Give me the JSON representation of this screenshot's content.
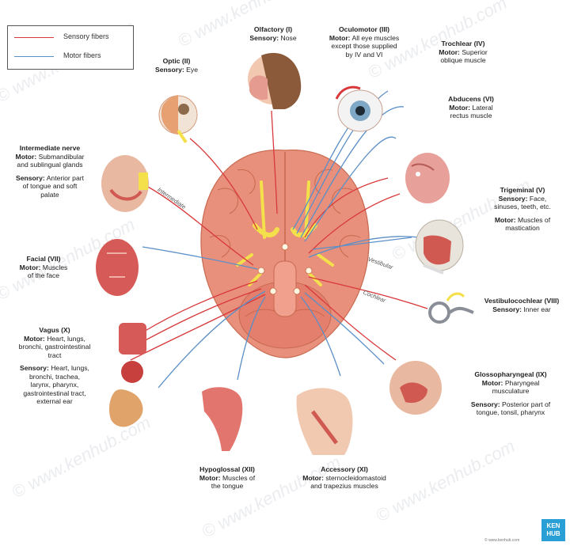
{
  "legend": {
    "sensory": "Sensory fibers",
    "motor": "Motor fibers"
  },
  "colors": {
    "sensory": "#d8383a",
    "motor": "#5b8fc7",
    "brain": "#e8907c",
    "nerve": "#f4e04a"
  },
  "nerves": {
    "olfactory": {
      "title": "Olfactory (I)",
      "k1": "Sensory:",
      "v1": "Nose"
    },
    "oculomotor": {
      "title": "Oculomotor (III)",
      "k1": "Motor:",
      "v1a": "All eye muscles",
      "v1b": "except those supplied",
      "v1c": "by IV and VI"
    },
    "trochlear": {
      "title": "Trochlear (IV)",
      "k1": "Motor:",
      "v1a": "Superior",
      "v1b": "oblique muscle"
    },
    "optic": {
      "title": "Optic (II)",
      "k1": "Sensory:",
      "v1": "Eye"
    },
    "abducens": {
      "title": "Abducens (VI)",
      "k1": "Motor:",
      "v1a": "Lateral",
      "v1b": "rectus muscle"
    },
    "intermediate": {
      "title": "Intermediate nerve",
      "k1": "Motor:",
      "v1a": "Submandibular",
      "v1b": "and sublingual glands",
      "k2": "Sensory:",
      "v2a": "Anterior part",
      "v2b": "of tongue and soft",
      "v2c": "palate"
    },
    "trigeminal": {
      "title": "Trigeminal (V)",
      "k1": "Sensory:",
      "v1a": "Face,",
      "v1b": "sinuses, teeth, etc.",
      "k2": "Motor:",
      "v2a": "Muscles of",
      "v2b": "mastication"
    },
    "facial": {
      "title": "Facial (VII)",
      "k1": "Motor:",
      "v1a": "Muscles",
      "v1b": "of the face"
    },
    "vestibulocochlear": {
      "title": "Vestibulocochlear (VIII)",
      "k1": "Sensory:",
      "v1": "Inner ear"
    },
    "vagus": {
      "title": "Vagus (X)",
      "k1": "Motor:",
      "v1a": "Heart, lungs,",
      "v1b": "bronchi, gastrointestinal",
      "v1c": "tract",
      "k2": "Sensory:",
      "v2a": "Heart, lungs,",
      "v2b": "bronchi, trachea,",
      "v2c": "larynx, pharynx,",
      "v2d": "gastrointestinal tract,",
      "v2e": "external ear"
    },
    "glossopharyngeal": {
      "title": "Glossopharyngeal (IX)",
      "k1": "Motor:",
      "v1a": "Pharyngeal",
      "v1b": "musculature",
      "k2": "Sensory:",
      "v2a": "Posterior part of",
      "v2b": "tongue, tonsil, pharynx"
    },
    "hypoglossal": {
      "title": "Hypoglossal (XII)",
      "k1": "Motor:",
      "v1a": "Muscles of",
      "v1b": "the tongue"
    },
    "accessory": {
      "title": "Accessory (XI)",
      "k1": "Motor:",
      "v1a": "sternocleidomastoid",
      "v1b": "and trapezius muscles"
    }
  },
  "tags": {
    "intermediate": "Intermediate",
    "vestibular": "Vestibular",
    "cochlear": "Cochlear"
  },
  "watermark": "© www.kenhub.com",
  "logo": {
    "line1": "KEN",
    "line2": "HUB"
  },
  "copyright": "© www.kenhub.com"
}
